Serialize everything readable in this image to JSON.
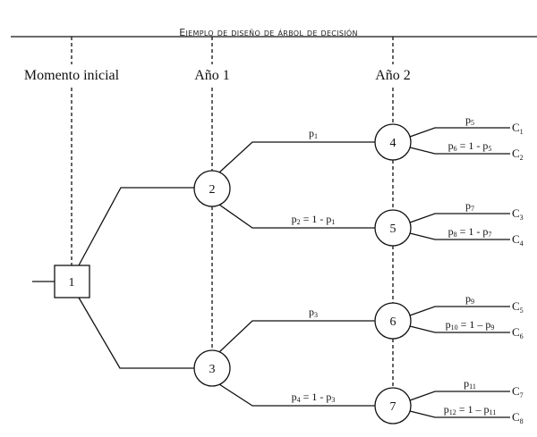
{
  "title": "Ejemplo de diseño de árbol de decisión",
  "timeline": [
    "Momento inicial",
    "Año 1",
    "Año 2"
  ],
  "nodes": [
    {
      "id": "1",
      "type": "decision"
    },
    {
      "id": "2",
      "type": "chance"
    },
    {
      "id": "3",
      "type": "chance"
    },
    {
      "id": "4",
      "type": "chance"
    },
    {
      "id": "5",
      "type": "chance"
    },
    {
      "id": "6",
      "type": "chance"
    },
    {
      "id": "7",
      "type": "chance"
    }
  ],
  "branches": [
    {
      "from": "2",
      "to": "4",
      "p": "p",
      "sub": "1",
      "rest": ""
    },
    {
      "from": "2",
      "to": "5",
      "p": "p",
      "sub": "2",
      "rest": " = 1 - p",
      "sub2": "1"
    },
    {
      "from": "3",
      "to": "6",
      "p": "p",
      "sub": "3",
      "rest": ""
    },
    {
      "from": "3",
      "to": "7",
      "p": "p",
      "sub": "4",
      "rest": " = 1 - p",
      "sub2": "3"
    }
  ],
  "outcomes": [
    {
      "node": "4",
      "p": "p",
      "sub": "5",
      "rest": "",
      "c": "1"
    },
    {
      "node": "4",
      "p": "p",
      "sub": "6",
      "rest": " = 1 - p",
      "sub2": "5",
      "c": "2"
    },
    {
      "node": "5",
      "p": "p",
      "sub": "7",
      "rest": "",
      "c": "3"
    },
    {
      "node": "5",
      "p": "p",
      "sub": "8",
      "rest": " = 1 - p",
      "sub2": "7",
      "c": "4"
    },
    {
      "node": "6",
      "p": "p",
      "sub": "9",
      "rest": "",
      "c": "5"
    },
    {
      "node": "6",
      "p": "p",
      "sub": "10",
      "rest": " = 1 – p",
      "sub2": "9",
      "c": "6"
    },
    {
      "node": "7",
      "p": "p",
      "sub": "11",
      "rest": "",
      "c": "7"
    },
    {
      "node": "7",
      "p": "p",
      "sub": "12",
      "rest": " = 1 – p",
      "sub2": "11",
      "c": "8"
    }
  ]
}
